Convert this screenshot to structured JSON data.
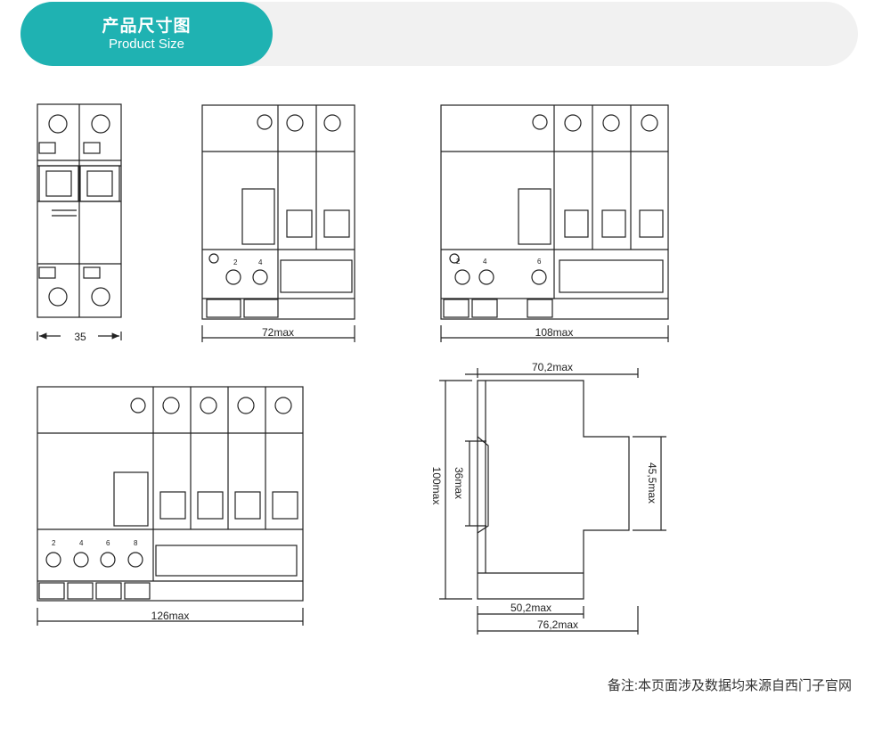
{
  "header": {
    "title": "产品尺寸图",
    "subtitle": "Product Size"
  },
  "drawings": {
    "side_2p_width": "35",
    "front_2p_width": "72max",
    "front_3p_width": "108max",
    "front_4p_width": "126max",
    "side_depth_top": "70,2max",
    "side_height": "100max",
    "side_inner_height": "36max",
    "side_rail_height": "45,5max",
    "side_depth_mid": "50,2max",
    "side_depth_bottom": "76,2max",
    "terminals_2p": [
      "2",
      "4"
    ],
    "terminals_3p": [
      "2",
      "4",
      "6"
    ],
    "terminals_4p": [
      "2",
      "4",
      "6",
      "8"
    ]
  },
  "footer": {
    "note": "备注:本页面涉及数据均来源自西门子官网"
  },
  "colors": {
    "accent": "#1fb2b2",
    "header_bg": "#f1f1f1",
    "line": "#222222"
  }
}
